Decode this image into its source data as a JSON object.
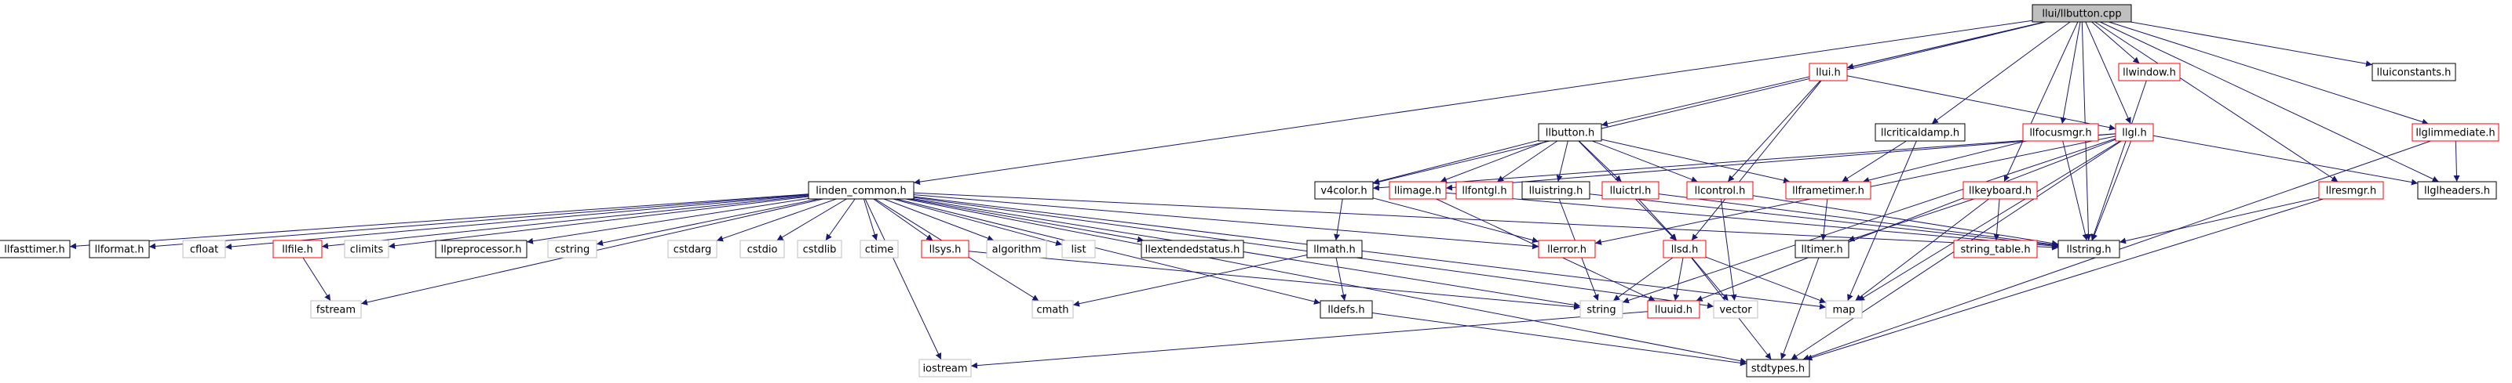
{
  "diagram": {
    "colors": {
      "edge": "#191970",
      "border_local": "#000000",
      "border_missing": "#ff0000",
      "border_system": "#bfbfbf",
      "root_fill": "#bfbfbf",
      "node_fill": "#ffffff",
      "text": "#000000"
    },
    "nodes": [
      {
        "id": "llbutton_cpp",
        "label": "llui/llbutton.cpp",
        "kind": "root"
      },
      {
        "id": "lluiconstants_h",
        "label": "lluiconstants.h",
        "kind": "local"
      },
      {
        "id": "llwindow_h",
        "label": "llwindow.h",
        "kind": "missing"
      },
      {
        "id": "llui_h",
        "label": "llui.h",
        "kind": "missing"
      },
      {
        "id": "llglimmediate_h",
        "label": "llglimmediate.h",
        "kind": "missing"
      },
      {
        "id": "llfocusmgr_h",
        "label": "llfocusmgr.h",
        "kind": "missing"
      },
      {
        "id": "llgl_h",
        "label": "llgl.h",
        "kind": "missing"
      },
      {
        "id": "llcriticaldamp_h",
        "label": "llcriticaldamp.h",
        "kind": "local"
      },
      {
        "id": "llbutton_h",
        "label": "llbutton.h",
        "kind": "local"
      },
      {
        "id": "llkeyboard_h",
        "label": "llkeyboard.h",
        "kind": "missing"
      },
      {
        "id": "llresmgr_h",
        "label": "llresmgr.h",
        "kind": "missing"
      },
      {
        "id": "llglheaders_h",
        "label": "llglheaders.h",
        "kind": "local"
      },
      {
        "id": "linden_common_h",
        "label": "linden_common.h",
        "kind": "local"
      },
      {
        "id": "v4color_h",
        "label": "v4color.h",
        "kind": "local"
      },
      {
        "id": "llimage_h",
        "label": "llimage.h",
        "kind": "missing"
      },
      {
        "id": "llfontgl_h",
        "label": "llfontgl.h",
        "kind": "missing"
      },
      {
        "id": "lluistring_h",
        "label": "lluistring.h",
        "kind": "local"
      },
      {
        "id": "lluictrl_h",
        "label": "lluictrl.h",
        "kind": "missing"
      },
      {
        "id": "llcontrol_h",
        "label": "llcontrol.h",
        "kind": "missing"
      },
      {
        "id": "llframetimer_h",
        "label": "llframetimer.h",
        "kind": "missing"
      },
      {
        "id": "llstring_h",
        "label": "llstring.h",
        "kind": "local"
      },
      {
        "id": "llfasttimer_h",
        "label": "llfasttimer.h",
        "kind": "local"
      },
      {
        "id": "llformat_h",
        "label": "llformat.h",
        "kind": "local"
      },
      {
        "id": "cfloat",
        "label": "cfloat",
        "kind": "system"
      },
      {
        "id": "llfile_h",
        "label": "llfile.h",
        "kind": "missing"
      },
      {
        "id": "climits",
        "label": "climits",
        "kind": "system"
      },
      {
        "id": "llpreprocessor_h",
        "label": "llpreprocessor.h",
        "kind": "local"
      },
      {
        "id": "cstring",
        "label": "cstring",
        "kind": "system"
      },
      {
        "id": "cstdarg",
        "label": "cstdarg",
        "kind": "system"
      },
      {
        "id": "cstdio",
        "label": "cstdio",
        "kind": "system"
      },
      {
        "id": "cstdlib",
        "label": "cstdlib",
        "kind": "system"
      },
      {
        "id": "ctime",
        "label": "ctime",
        "kind": "system"
      },
      {
        "id": "llsys_h",
        "label": "llsys.h",
        "kind": "missing"
      },
      {
        "id": "algorithm",
        "label": "algorithm",
        "kind": "system"
      },
      {
        "id": "list",
        "label": "list",
        "kind": "system"
      },
      {
        "id": "llextendedstatus_h",
        "label": "llextendedstatus.h",
        "kind": "local"
      },
      {
        "id": "llmath_h",
        "label": "llmath.h",
        "kind": "local"
      },
      {
        "id": "llerror_h",
        "label": "llerror.h",
        "kind": "missing"
      },
      {
        "id": "llsd_h",
        "label": "llsd.h",
        "kind": "missing"
      },
      {
        "id": "lltimer_h",
        "label": "lltimer.h",
        "kind": "local"
      },
      {
        "id": "string_table_h",
        "label": "string_table.h",
        "kind": "missing"
      },
      {
        "id": "fstream",
        "label": "fstream",
        "kind": "system"
      },
      {
        "id": "cmath",
        "label": "cmath",
        "kind": "system"
      },
      {
        "id": "lldefs_h",
        "label": "lldefs.h",
        "kind": "local"
      },
      {
        "id": "string",
        "label": "string",
        "kind": "system"
      },
      {
        "id": "lluuid_h",
        "label": "lluuid.h",
        "kind": "missing"
      },
      {
        "id": "vector",
        "label": "vector",
        "kind": "system"
      },
      {
        "id": "map",
        "label": "map",
        "kind": "system"
      },
      {
        "id": "iostream",
        "label": "iostream",
        "kind": "system"
      },
      {
        "id": "stdtypes_h",
        "label": "stdtypes.h",
        "kind": "local"
      }
    ],
    "edges": [
      [
        "llbutton_cpp",
        "lluiconstants_h"
      ],
      [
        "llbutton_cpp",
        "llwindow_h"
      ],
      [
        "llbutton_cpp",
        "llui_h"
      ],
      [
        "llbutton_cpp",
        "llglimmediate_h"
      ],
      [
        "llbutton_cpp",
        "llfocusmgr_h"
      ],
      [
        "llbutton_cpp",
        "llgl_h"
      ],
      [
        "llbutton_cpp",
        "llcriticaldamp_h"
      ],
      [
        "llbutton_cpp",
        "llbutton_h"
      ],
      [
        "llbutton_cpp",
        "llkeyboard_h"
      ],
      [
        "llbutton_cpp",
        "llresmgr_h"
      ],
      [
        "llbutton_cpp",
        "llglheaders_h"
      ],
      [
        "llbutton_cpp",
        "linden_common_h"
      ],
      [
        "llbutton_cpp",
        "v4color_h"
      ],
      [
        "llbutton_cpp",
        "llstring_h"
      ],
      [
        "llwindow_h",
        "llstring_h"
      ],
      [
        "llui_h",
        "llgl_h"
      ],
      [
        "llui_h",
        "llcontrol_h"
      ],
      [
        "llui_h",
        "llsd_h"
      ],
      [
        "llglimmediate_h",
        "llglheaders_h"
      ],
      [
        "llglimmediate_h",
        "stdtypes_h"
      ],
      [
        "llfocusmgr_h",
        "llframetimer_h"
      ],
      [
        "llfocusmgr_h",
        "llstring_h"
      ],
      [
        "llgl_h",
        "llglheaders_h"
      ],
      [
        "llgl_h",
        "llstring_h"
      ],
      [
        "llgl_h",
        "llerror_h"
      ],
      [
        "llgl_h",
        "llimage_h"
      ],
      [
        "llgl_h",
        "v4color_h"
      ],
      [
        "llgl_h",
        "lluuid_h"
      ],
      [
        "llgl_h",
        "map"
      ],
      [
        "llgl_h",
        "string"
      ],
      [
        "llgl_h",
        "stdtypes_h"
      ],
      [
        "llcriticaldamp_h",
        "llframetimer_h"
      ],
      [
        "llcriticaldamp_h",
        "map"
      ],
      [
        "llbutton_h",
        "v4color_h"
      ],
      [
        "llbutton_h",
        "llimage_h"
      ],
      [
        "llbutton_h",
        "llfontgl_h"
      ],
      [
        "llbutton_h",
        "lluistring_h"
      ],
      [
        "llbutton_h",
        "lluictrl_h"
      ],
      [
        "llbutton_h",
        "llcontrol_h"
      ],
      [
        "llbutton_h",
        "llframetimer_h"
      ],
      [
        "llbutton_h",
        "llsd_h"
      ],
      [
        "llkeyboard_h",
        "lltimer_h"
      ],
      [
        "llkeyboard_h",
        "string_table_h"
      ],
      [
        "llkeyboard_h",
        "map"
      ],
      [
        "llresmgr_h",
        "llstring_h"
      ],
      [
        "llresmgr_h",
        "stdtypes_h"
      ],
      [
        "linden_common_h",
        "llfasttimer_h"
      ],
      [
        "linden_common_h",
        "llformat_h"
      ],
      [
        "linden_common_h",
        "cfloat"
      ],
      [
        "linden_common_h",
        "llfile_h"
      ],
      [
        "linden_common_h",
        "climits"
      ],
      [
        "linden_common_h",
        "llpreprocessor_h"
      ],
      [
        "linden_common_h",
        "cstring"
      ],
      [
        "linden_common_h",
        "cstdarg"
      ],
      [
        "linden_common_h",
        "cstdio"
      ],
      [
        "linden_common_h",
        "cstdlib"
      ],
      [
        "linden_common_h",
        "ctime"
      ],
      [
        "linden_common_h",
        "llsys_h"
      ],
      [
        "linden_common_h",
        "algorithm"
      ],
      [
        "linden_common_h",
        "list"
      ],
      [
        "linden_common_h",
        "llextendedstatus_h"
      ],
      [
        "linden_common_h",
        "lldefs_h"
      ],
      [
        "linden_common_h",
        "llerror_h"
      ],
      [
        "linden_common_h",
        "llstring_h"
      ],
      [
        "linden_common_h",
        "fstream"
      ],
      [
        "linden_common_h",
        "iostream"
      ],
      [
        "linden_common_h",
        "map"
      ],
      [
        "linden_common_h",
        "vector"
      ],
      [
        "linden_common_h",
        "string"
      ],
      [
        "linden_common_h",
        "cmath"
      ],
      [
        "linden_common_h",
        "stdtypes_h"
      ],
      [
        "v4color_h",
        "llerror_h"
      ],
      [
        "v4color_h",
        "llmath_h"
      ],
      [
        "llimage_h",
        "lluuid_h"
      ],
      [
        "llimage_h",
        "llstring_h"
      ],
      [
        "lluistring_h",
        "string"
      ],
      [
        "lluistring_h",
        "llstring_h"
      ],
      [
        "lluictrl_h",
        "llsd_h"
      ],
      [
        "lluictrl_h",
        "llstring_h"
      ],
      [
        "llcontrol_h",
        "llstring_h"
      ],
      [
        "llcontrol_h",
        "vector"
      ],
      [
        "llframetimer_h",
        "lltimer_h"
      ],
      [
        "llfile_h",
        "fstream"
      ],
      [
        "llsys_h",
        "string"
      ],
      [
        "llmath_h",
        "cmath"
      ],
      [
        "llmath_h",
        "lldefs_h"
      ],
      [
        "llsd_h",
        "lluuid_h"
      ],
      [
        "llsd_h",
        "map"
      ],
      [
        "llsd_h",
        "string"
      ],
      [
        "llsd_h",
        "vector"
      ],
      [
        "llsd_h",
        "stdtypes_h"
      ],
      [
        "lltimer_h",
        "stdtypes_h"
      ],
      [
        "lldefs_h",
        "stdtypes_h"
      ],
      [
        "lluuid_h",
        "iostream"
      ]
    ]
  }
}
